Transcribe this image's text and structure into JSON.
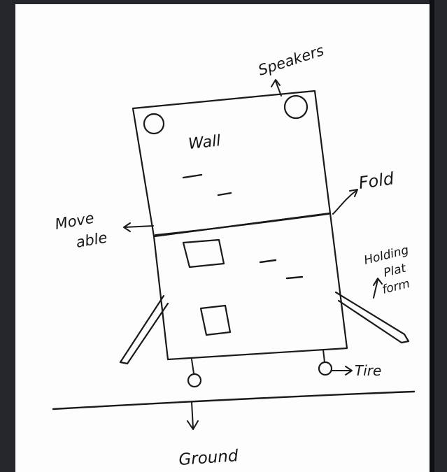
{
  "labels": {
    "speakers": "Speakers",
    "wall": "Wall",
    "fold": "Fold",
    "moveable_line1": "Move",
    "moveable_line2": "able",
    "holding_line1": "Holding",
    "holding_line2": "Plat",
    "holding_line3": "form",
    "tire": "Tire",
    "ground": "Ground"
  },
  "colors": {
    "ink": "#1a1a1a",
    "paper": "#fdfdfd",
    "frame": "#25272c"
  }
}
